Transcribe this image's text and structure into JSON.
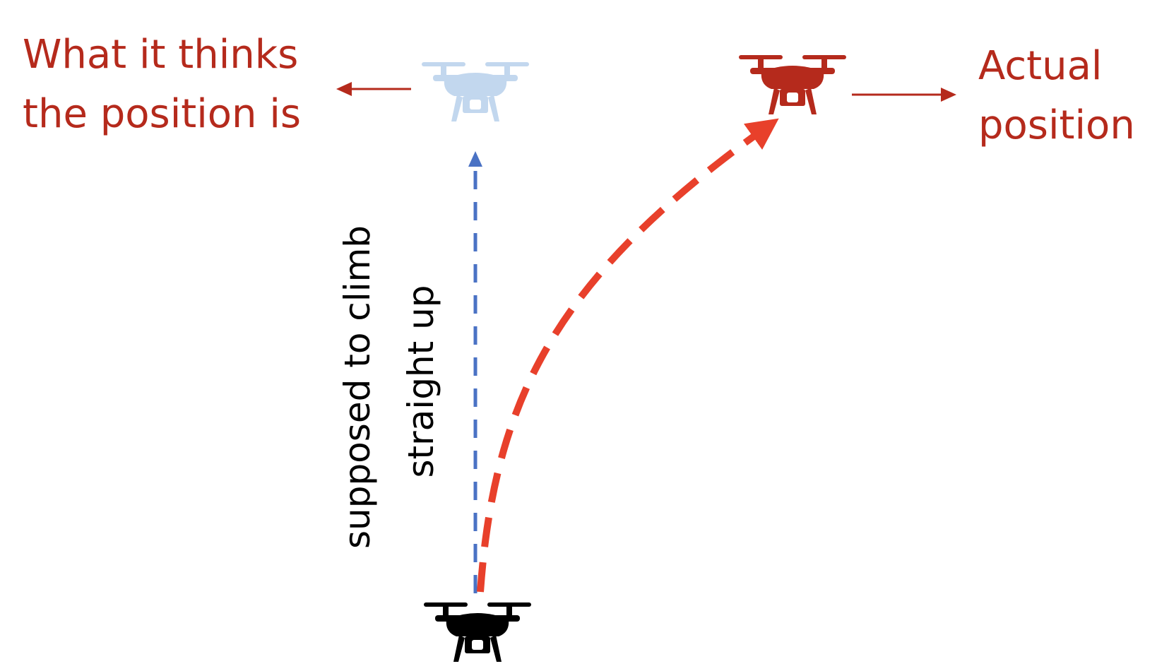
{
  "labels": {
    "believed_line1": "What it thinks",
    "believed_line2": "the position is",
    "actual_line1": "Actual",
    "actual_line2": "position",
    "intent_line1": "supposed to climb",
    "intent_line2": "straight up"
  },
  "colors": {
    "label_red": "#b52a1c",
    "believed_drone": "#c2d7ee",
    "actual_drone": "#b52a1c",
    "start_drone": "#000000",
    "intended_path": "#4a72c4",
    "actual_path": "#e8402b",
    "pointer_arrow": "#b52a1c"
  },
  "icons": {
    "believed_drone": "drone-icon",
    "actual_drone": "drone-icon",
    "start_drone": "drone-icon"
  }
}
